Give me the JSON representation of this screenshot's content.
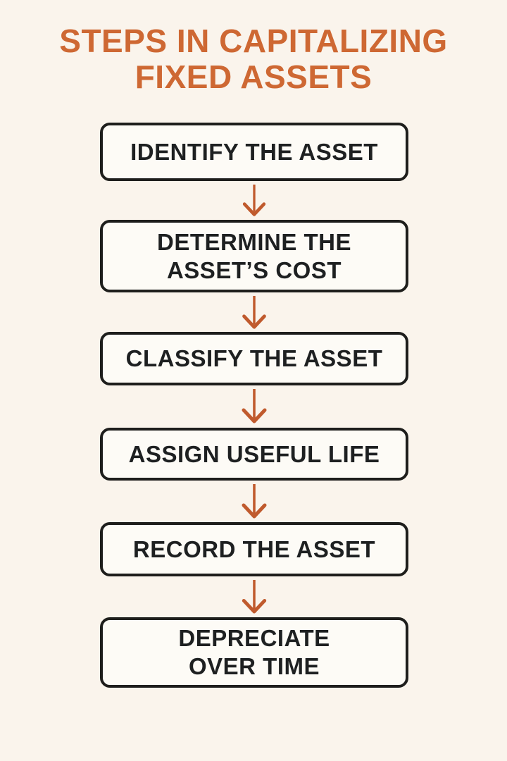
{
  "title": {
    "line1": "STEPS IN CAPITALIZING",
    "line2": "FIXED ASSETS"
  },
  "steps": [
    {
      "lines": [
        "IDENTIFY THE ASSET"
      ]
    },
    {
      "lines": [
        "DETERMINE THE",
        "ASSET’S COST"
      ]
    },
    {
      "lines": [
        "CLASSIFY THE ASSET"
      ]
    },
    {
      "lines": [
        "ASSIGN USEFUL LIFE"
      ]
    },
    {
      "lines": [
        "RECORD THE ASSET"
      ]
    },
    {
      "lines": [
        "DEPRECIATE",
        "OVER TIME"
      ]
    }
  ],
  "colors": {
    "background": "#FAF4EC",
    "box_fill": "#FDFBF6",
    "box_border": "#1E1E1C",
    "box_text": "#1E2021",
    "title": "#CE6833",
    "arrow": "#C05A2D"
  }
}
